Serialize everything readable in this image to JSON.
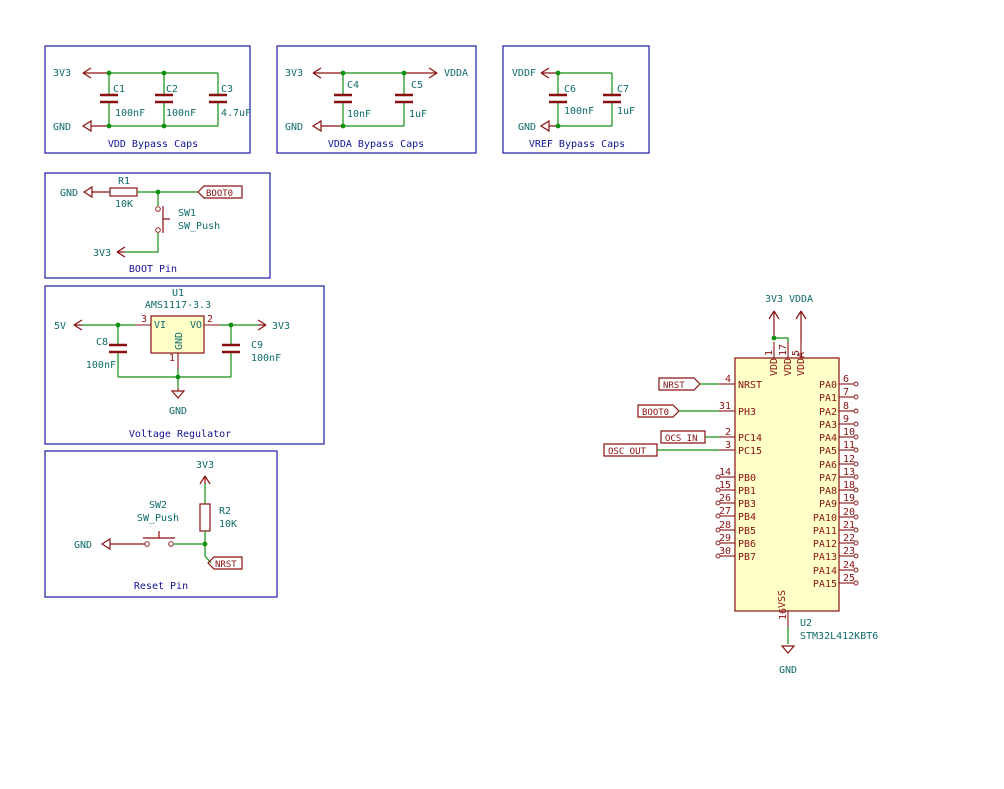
{
  "blocks": {
    "vdd_bypass": {
      "title": "VDD Bypass Caps",
      "net_top": "3V3",
      "net_bottom": "GND",
      "caps": [
        {
          "ref": "C1",
          "value": "100nF"
        },
        {
          "ref": "C2",
          "value": "100nF"
        },
        {
          "ref": "C3",
          "value": "4.7uF"
        }
      ]
    },
    "vdda_bypass": {
      "title": "VDDA Bypass Caps",
      "net_left": "3V3",
      "net_right": "VDDA",
      "net_bottom": "GND",
      "caps": [
        {
          "ref": "C4",
          "value": "10nF"
        },
        {
          "ref": "C5",
          "value": "1uF"
        }
      ]
    },
    "vref_bypass": {
      "title": "VREF Bypass Caps",
      "net_top": "VDDF",
      "net_bottom": "GND",
      "caps": [
        {
          "ref": "C6",
          "value": "100nF"
        },
        {
          "ref": "C7",
          "value": "1uF"
        }
      ]
    },
    "boot": {
      "title": "BOOT Pin",
      "net_gnd": "GND",
      "net_3v3": "3V3",
      "label": "BOOT0",
      "resistor": {
        "ref": "R1",
        "value": "10K"
      },
      "switch": {
        "ref": "SW1",
        "value": "SW_Push"
      }
    },
    "regulator": {
      "title": "Voltage Regulator",
      "ref": "U1",
      "part": "AMS1117-3.3",
      "pin_vi": "VI",
      "pin_vo": "VO",
      "pin_gnd": "GND",
      "pin_vi_num": "3",
      "pin_vo_num": "2",
      "pin_gnd_num": "1",
      "net_in": "5V",
      "net_out": "3V3",
      "net_gnd": "GND",
      "cap_in": {
        "ref": "C8",
        "value": "100nF"
      },
      "cap_out": {
        "ref": "C9",
        "value": "100nF"
      }
    },
    "reset": {
      "title": "Reset Pin",
      "net_3v3": "3V3",
      "net_gnd": "GND",
      "label": "NRST",
      "resistor": {
        "ref": "R2",
        "value": "10K"
      },
      "switch": {
        "ref": "SW2",
        "value": "SW_Push"
      }
    }
  },
  "mcu": {
    "ref": "U2",
    "part": "STM32L412KBT6",
    "net_3v3": "3V3",
    "net_vdda": "VDDA",
    "net_gnd": "GND",
    "top_pins": [
      {
        "name": "VDD",
        "num": "1"
      },
      {
        "name": "VDD",
        "num": "17"
      },
      {
        "name": "VDDA",
        "num": "5"
      }
    ],
    "bottom_pin": {
      "name": "VSS",
      "num": "16"
    },
    "left_pins": [
      {
        "name": "NRST",
        "num": "4",
        "label": "NRST"
      },
      {
        "name": "PH3",
        "num": "31",
        "label": "BOOT0"
      },
      {
        "name": "PC14",
        "num": "2",
        "label": "OCS_IN"
      },
      {
        "name": "PC15",
        "num": "3",
        "label": "OSC_OUT"
      },
      {
        "name": "PB0",
        "num": "14"
      },
      {
        "name": "PB1",
        "num": "15"
      },
      {
        "name": "PB3",
        "num": "26"
      },
      {
        "name": "PB4",
        "num": "27"
      },
      {
        "name": "PB5",
        "num": "28"
      },
      {
        "name": "PB6",
        "num": "29"
      },
      {
        "name": "PB7",
        "num": "30"
      }
    ],
    "right_pins": [
      {
        "name": "PA0",
        "num": "6"
      },
      {
        "name": "PA1",
        "num": "7"
      },
      {
        "name": "PA2",
        "num": "8"
      },
      {
        "name": "PA3",
        "num": "9"
      },
      {
        "name": "PA4",
        "num": "10"
      },
      {
        "name": "PA5",
        "num": "11"
      },
      {
        "name": "PA6",
        "num": "12"
      },
      {
        "name": "PA7",
        "num": "13"
      },
      {
        "name": "PA8",
        "num": "18"
      },
      {
        "name": "PA9",
        "num": "19"
      },
      {
        "name": "PA10",
        "num": "20"
      },
      {
        "name": "PA11",
        "num": "21"
      },
      {
        "name": "PA12",
        "num": "22"
      },
      {
        "name": "PA13",
        "num": "23"
      },
      {
        "name": "PA14",
        "num": "24"
      },
      {
        "name": "PA15",
        "num": "25"
      }
    ]
  }
}
